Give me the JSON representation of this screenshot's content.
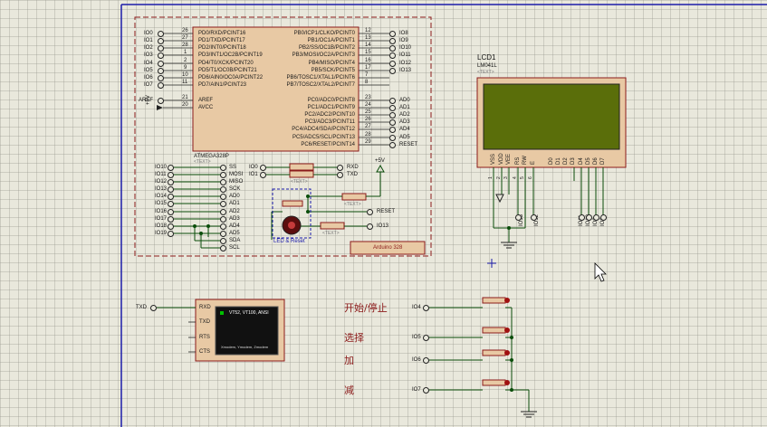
{
  "colors": {
    "sheet_border": "#1c1caa",
    "component_outline": "#8b1a1a",
    "component_fill": "#e8c9a4",
    "wire": "#0a4d0a",
    "lcd_screen": "#5a6e0a",
    "terminal_screen": "#111111",
    "terminal_status": "#00c000"
  },
  "arduino": {
    "left_pins": [
      {
        "net": "IO0",
        "num": "26",
        "name": "PD0/RXD/PCINT16"
      },
      {
        "net": "IO1",
        "num": "27",
        "name": "PD1/TXD/PCINT17"
      },
      {
        "net": "IO2",
        "num": "28",
        "name": "PD2/INT0/PCINT18"
      },
      {
        "net": "IO3",
        "num": "1",
        "name": "PD3/INT1/OC2B/PCINT19"
      },
      {
        "net": "IO4",
        "num": "2",
        "name": "PD4/T0/XCK/PCINT20"
      },
      {
        "net": "IO5",
        "num": "9",
        "name": "PD5/T1/OC0B/PCINT21"
      },
      {
        "net": "IO6",
        "num": "10",
        "name": "PD6/AIN0/OC0A/PCINT22"
      },
      {
        "net": "IO7",
        "num": "11",
        "name": "PD7/AIN1/PCINT23"
      }
    ],
    "right_pins_top": [
      {
        "net": "IO8",
        "num": "12",
        "name": "PB0/ICP1/CLKO/PCINT0"
      },
      {
        "net": "IO9",
        "num": "13",
        "name": "PB1/OC1A/PCINT1"
      },
      {
        "net": "IO10",
        "num": "14",
        "name": "PB2/SS/OC1B/PCINT2"
      },
      {
        "net": "IO11",
        "num": "15",
        "name": "PB3/MOSI/OC2A/PCINT3"
      },
      {
        "net": "IO12",
        "num": "16",
        "name": "PB4/MISO/PCINT4"
      },
      {
        "net": "IO13",
        "num": "17",
        "name": "PB5/SCK/PCINT5"
      },
      {
        "net": "",
        "num": "7",
        "name": "PB6/TOSC1/XTAL1/PCINT6"
      },
      {
        "net": "",
        "num": "8",
        "name": "PB7/TOSC2/XTAL2/PCINT7"
      }
    ],
    "right_pins_bottom": [
      {
        "net": "AD0",
        "num": "23",
        "name": "PC0/ADC0/PCINT8"
      },
      {
        "net": "AD1",
        "num": "24",
        "name": "PC1/ADC1/PCINT9"
      },
      {
        "net": "AD2",
        "num": "25",
        "name": "PC2/ADC2/PCINT10"
      },
      {
        "net": "AD3",
        "num": "26",
        "name": "PC3/ADC3/PCINT11"
      },
      {
        "net": "AD4",
        "num": "27",
        "name": "PC4/ADC4/SDA/PCINT12"
      },
      {
        "net": "AD5",
        "num": "28",
        "name": "PC5/ADC5/SCL/PCINT13"
      },
      {
        "net": "RESET",
        "num": "29",
        "name": "PC6/RESET/PCINT14"
      }
    ],
    "aref": {
      "net": "AREF",
      "num": "21",
      "name": "AREF"
    },
    "avcc": {
      "net": "+5V",
      "num": "20",
      "name": "AVCC"
    },
    "chip_name": "ATMEGA328P",
    "text_placeholder": "<TEXT>",
    "header_left": [
      "IO10",
      "IO11",
      "IO12",
      "IO13",
      "IO14",
      "IO15",
      "IO16",
      "IO17",
      "IO18",
      "IO19"
    ],
    "header_right": [
      "SS",
      "MOSI",
      "MISO",
      "SCK",
      "AD0",
      "AD1",
      "AD2",
      "AD3",
      "AD4",
      "AD5",
      "SDA",
      "SCL"
    ],
    "serial": [
      {
        "net": "IO0",
        "label": "RXD"
      },
      {
        "net": "IO1",
        "label": "TXD"
      }
    ],
    "vcc_label": "+5V",
    "reset_label": "RESET",
    "io13_label": "IO13",
    "led_reset_label": "LED & Reset",
    "board_label": "Arduino 328"
  },
  "lcd": {
    "ref": "LCD1",
    "model": "LM041L",
    "text_placeholder": "<TEXT>",
    "pins": [
      {
        "name": "VSS",
        "num": "1"
      },
      {
        "name": "VDD",
        "num": "2"
      },
      {
        "name": "VEE",
        "num": "3"
      },
      {
        "name": "RS",
        "num": "4"
      },
      {
        "name": "RW",
        "num": "5"
      },
      {
        "name": "E",
        "num": "6"
      },
      {
        "name": "D0",
        "num": "7"
      },
      {
        "name": "D1",
        "num": "8"
      },
      {
        "name": "D2",
        "num": "9"
      },
      {
        "name": "D3",
        "num": "10"
      },
      {
        "name": "D4",
        "num": "11"
      },
      {
        "name": "D5",
        "num": "12"
      },
      {
        "name": "D6",
        "num": "13"
      },
      {
        "name": "D7",
        "num": "14"
      }
    ],
    "nets": [
      "IO13",
      "IO12",
      "IO11",
      "IO10",
      "IO9",
      "IO8"
    ]
  },
  "terminal": {
    "net": "TXD",
    "pins": [
      "RXD",
      "TXD",
      "RTS",
      "CTS"
    ],
    "title": "VT52, VT100, ANSI",
    "footer": "Xmodem, Ymodem, Zmodem"
  },
  "buttons": [
    {
      "net": "IO4",
      "label": "开始/停止"
    },
    {
      "net": "IO5",
      "label": "选择"
    },
    {
      "net": "IO6",
      "label": "加"
    },
    {
      "net": "IO7",
      "label": "减"
    }
  ]
}
